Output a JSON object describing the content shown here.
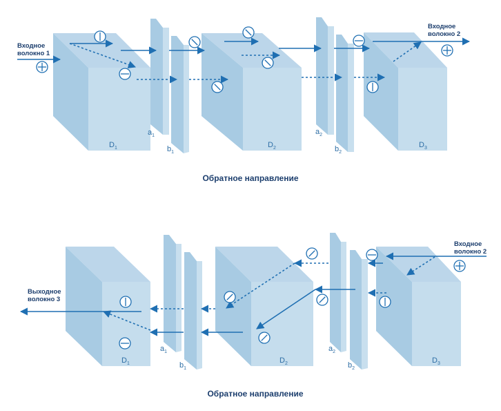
{
  "top": {
    "input_fiber_1": [
      "Входное",
      "волокно 1"
    ],
    "input_fiber_2": [
      "Входное",
      "волокно 2"
    ],
    "labels": {
      "D1": [
        "D",
        "1"
      ],
      "D2": [
        "D",
        "2"
      ],
      "D3": [
        "D",
        "3"
      ],
      "a1": [
        "a",
        "1"
      ],
      "b1": [
        "b",
        "1"
      ],
      "a2": [
        "a",
        "2"
      ],
      "b2": [
        "b",
        "2"
      ]
    },
    "caption": "Обратное направление"
  },
  "bottom": {
    "output_fiber_3": [
      "Выходное",
      "волокно 3"
    ],
    "input_fiber_2": [
      "Входное",
      "волокно 2"
    ],
    "labels": {
      "D1": [
        "D",
        "1"
      ],
      "D2": [
        "D",
        "2"
      ],
      "D3": [
        "D",
        "3"
      ],
      "a1": [
        "a",
        "1"
      ],
      "b1": [
        "b",
        "1"
      ],
      "a2": [
        "a",
        "2"
      ],
      "b2": [
        "b",
        "2"
      ]
    },
    "caption": "Обратное направление"
  },
  "colors": {
    "ray": "#1f6fb2",
    "crystal_front": "#c5dded",
    "crystal_side": "#a8cbe3",
    "text": "#1d3f6e"
  }
}
